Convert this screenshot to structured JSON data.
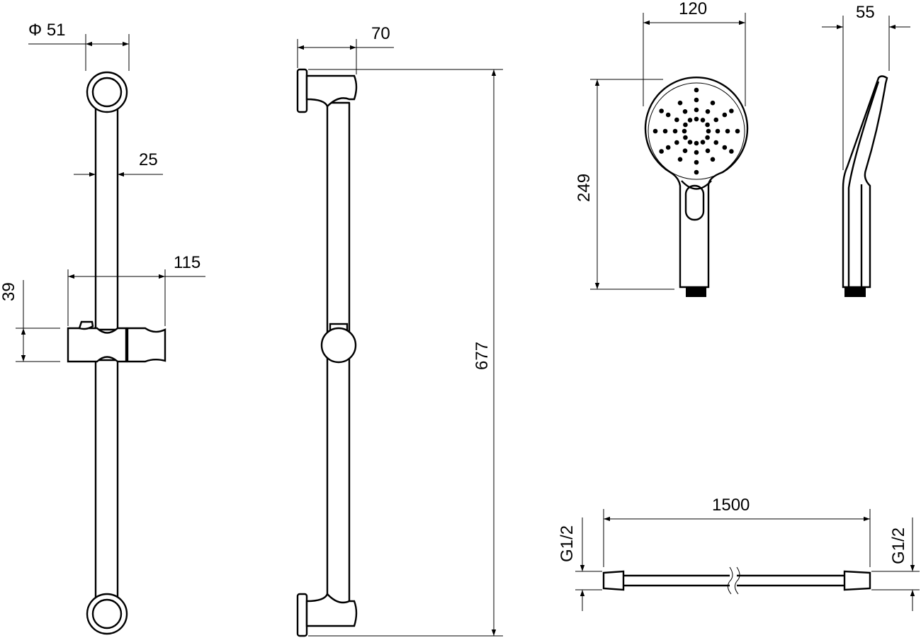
{
  "dimensions": {
    "rail_diameter": "Φ 51",
    "rail_tube_width": "25",
    "slider_width": "115",
    "slider_height": "39",
    "bracket_depth": "70",
    "rail_length": "677",
    "head_width": "120",
    "handshower_length": "249",
    "head_depth": "55",
    "hose_length": "1500",
    "hose_thread_left": "G1/2",
    "hose_thread_right": "G1/2"
  },
  "colors": {
    "line": "#000000",
    "background": "#ffffff"
  }
}
